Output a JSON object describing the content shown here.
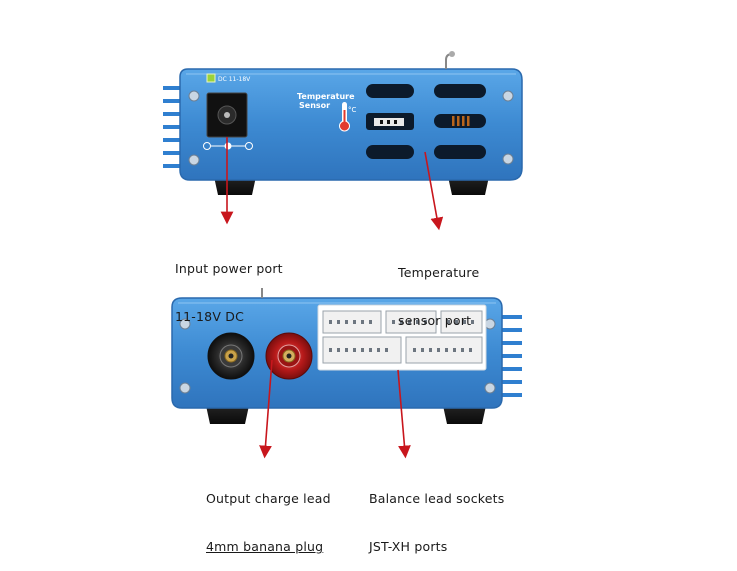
{
  "top_panel": {
    "dc_label": "DC 11-18V",
    "temp_label_line1": "Temperature",
    "temp_label_line2": "Sensor",
    "degree_symbol": "°C"
  },
  "callouts": {
    "input_power": {
      "line1": "Input power port",
      "line2": "11-18V DC"
    },
    "temp_sensor": {
      "line1": "Temperature",
      "line2": "sensor port"
    },
    "output_lead": {
      "line1": "Output charge lead",
      "line2": "4mm banana plug"
    },
    "balance": {
      "line1": "Balance lead sockets",
      "line2": "JST-XH ports"
    }
  },
  "colors": {
    "case_blue": "#3f8fd6",
    "case_dark": "#1f5fa8",
    "arrow_red": "#c8161d",
    "foot_black": "#151515"
  }
}
